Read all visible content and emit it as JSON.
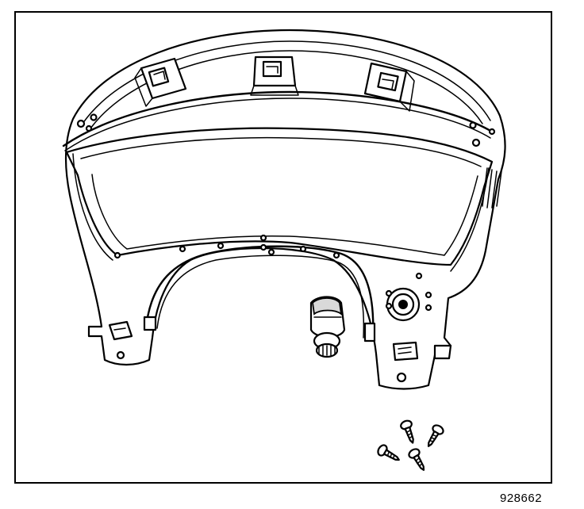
{
  "figure": {
    "number": "928662"
  },
  "parts": {
    "cluster_bezel": "instrument-panel-cluster-trim-plate",
    "switch": "rotary-switch",
    "screws": [
      "screw",
      "screw",
      "screw",
      "screw"
    ]
  }
}
